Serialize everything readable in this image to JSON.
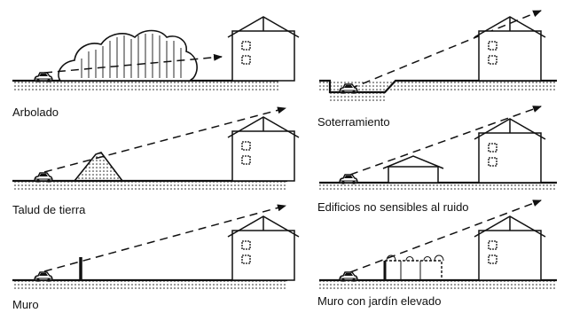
{
  "panels": [
    {
      "caption": "Arbolado"
    },
    {
      "caption": "Soterramiento"
    },
    {
      "caption": "Talud de tierra"
    },
    {
      "caption": "Edificios no sensibles al ruido"
    },
    {
      "caption": "Muro"
    },
    {
      "caption": "Muro con jardín elevado"
    }
  ]
}
